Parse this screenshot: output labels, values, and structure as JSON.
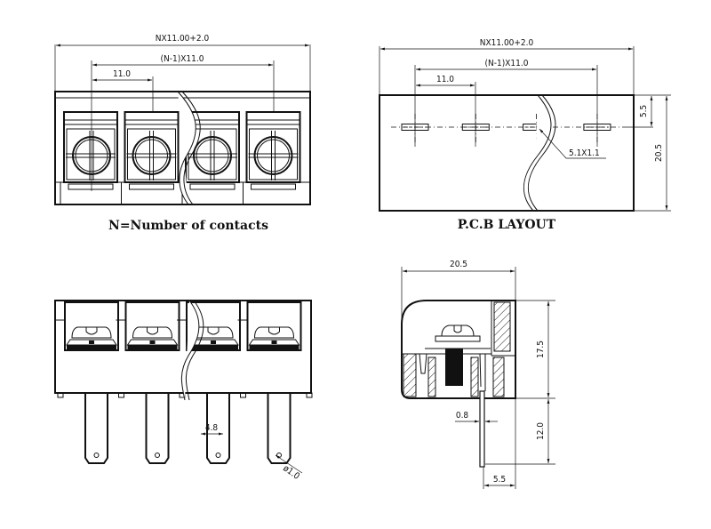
{
  "front_view": {
    "dim_overall": "NX11.00+2.0",
    "dim_span": "(N-1)X11.0",
    "dim_pitch": "11.0",
    "caption": "N=Number of contacts",
    "contact_count": 4
  },
  "pcb_layout": {
    "dim_overall": "NX11.00+2.0",
    "dim_span": "(N-1)X11.0",
    "dim_pitch": "11.0",
    "dim_offset": "5.5",
    "dim_depth": "20.5",
    "pad_label": "5.1X1.1",
    "caption": "P.C.B LAYOUT",
    "pad_count": 4
  },
  "side_view": {
    "tab_width": "4.8",
    "hole_dia": "ø1.0",
    "tab_count": 4
  },
  "section_view": {
    "dim_width": "20.5",
    "dim_height": "17.5",
    "dim_pin_len": "12.0",
    "dim_pin_thk": "0.8",
    "dim_pin_offset": "5.5"
  }
}
